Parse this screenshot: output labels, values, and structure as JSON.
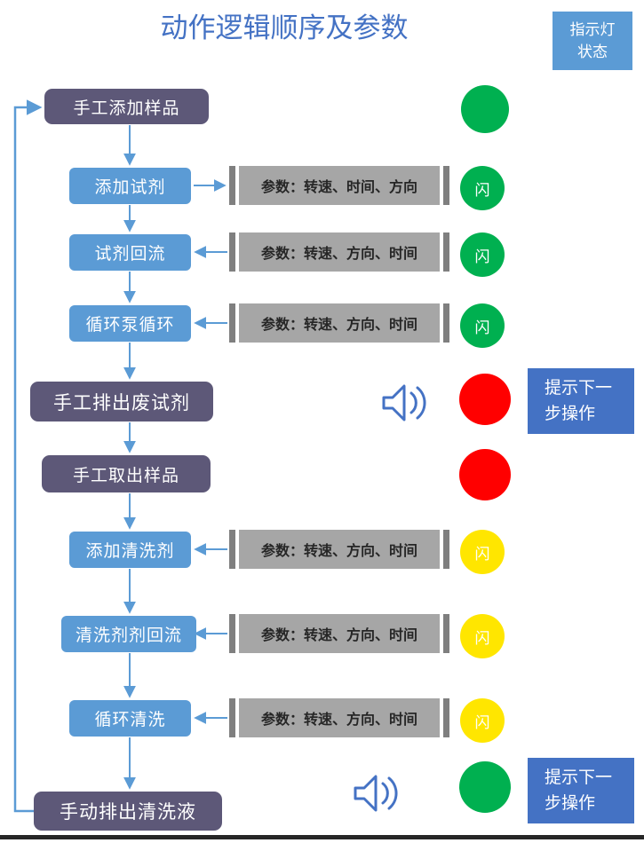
{
  "title": "动作逻辑顺序及参数",
  "legend": {
    "line1": "指示灯",
    "line2": "状态"
  },
  "steps": [
    {
      "label": "手工添加样品"
    },
    {
      "label": "添加试剂"
    },
    {
      "label": "试剂回流"
    },
    {
      "label": "循环泵循环"
    },
    {
      "label": "手工排出废试剂"
    },
    {
      "label": "手工取出样品"
    },
    {
      "label": "添加清洗剂"
    },
    {
      "label": "清洗剂剂回流"
    },
    {
      "label": "循环清洗"
    },
    {
      "label": "手动排出清洗液"
    }
  ],
  "params": [
    {
      "text": "参数：转速、时间、方向"
    },
    {
      "text": "参数：转速、方向、时间"
    },
    {
      "text": "参数：转速、方向、时间"
    },
    {
      "text": "参数：转速、方向、时间"
    },
    {
      "text": "参数：转速、方向、时间"
    },
    {
      "text": "参数：转速、方向、时间"
    }
  ],
  "indicators": [
    {
      "color": "#00b050",
      "label": ""
    },
    {
      "color": "#00b050",
      "label": "闪"
    },
    {
      "color": "#00b050",
      "label": "闪"
    },
    {
      "color": "#00b050",
      "label": "闪"
    },
    {
      "color": "#ff0000",
      "label": ""
    },
    {
      "color": "#ff0000",
      "label": ""
    },
    {
      "color": "#ffe600",
      "label": "闪"
    },
    {
      "color": "#ffe600",
      "label": "闪"
    },
    {
      "color": "#ffe600",
      "label": "闪"
    },
    {
      "color": "#00b050",
      "label": ""
    }
  ],
  "notes": [
    {
      "text": "提示下一步操作"
    },
    {
      "text": "提示下一步操作"
    }
  ],
  "icons": {
    "speaker": "speaker-icon"
  },
  "colors": {
    "title_blue": "#4472c4",
    "box_blue": "#5b9bd5",
    "box_dark_purple": "#5d5878",
    "param_gray": "#a6a6a6",
    "param_bar_gray": "#7f7f7f",
    "note_blue": "#4472c4",
    "green": "#00b050",
    "red": "#ff0000",
    "yellow": "#ffe600",
    "arrow_blue": "#5b9bd5"
  }
}
